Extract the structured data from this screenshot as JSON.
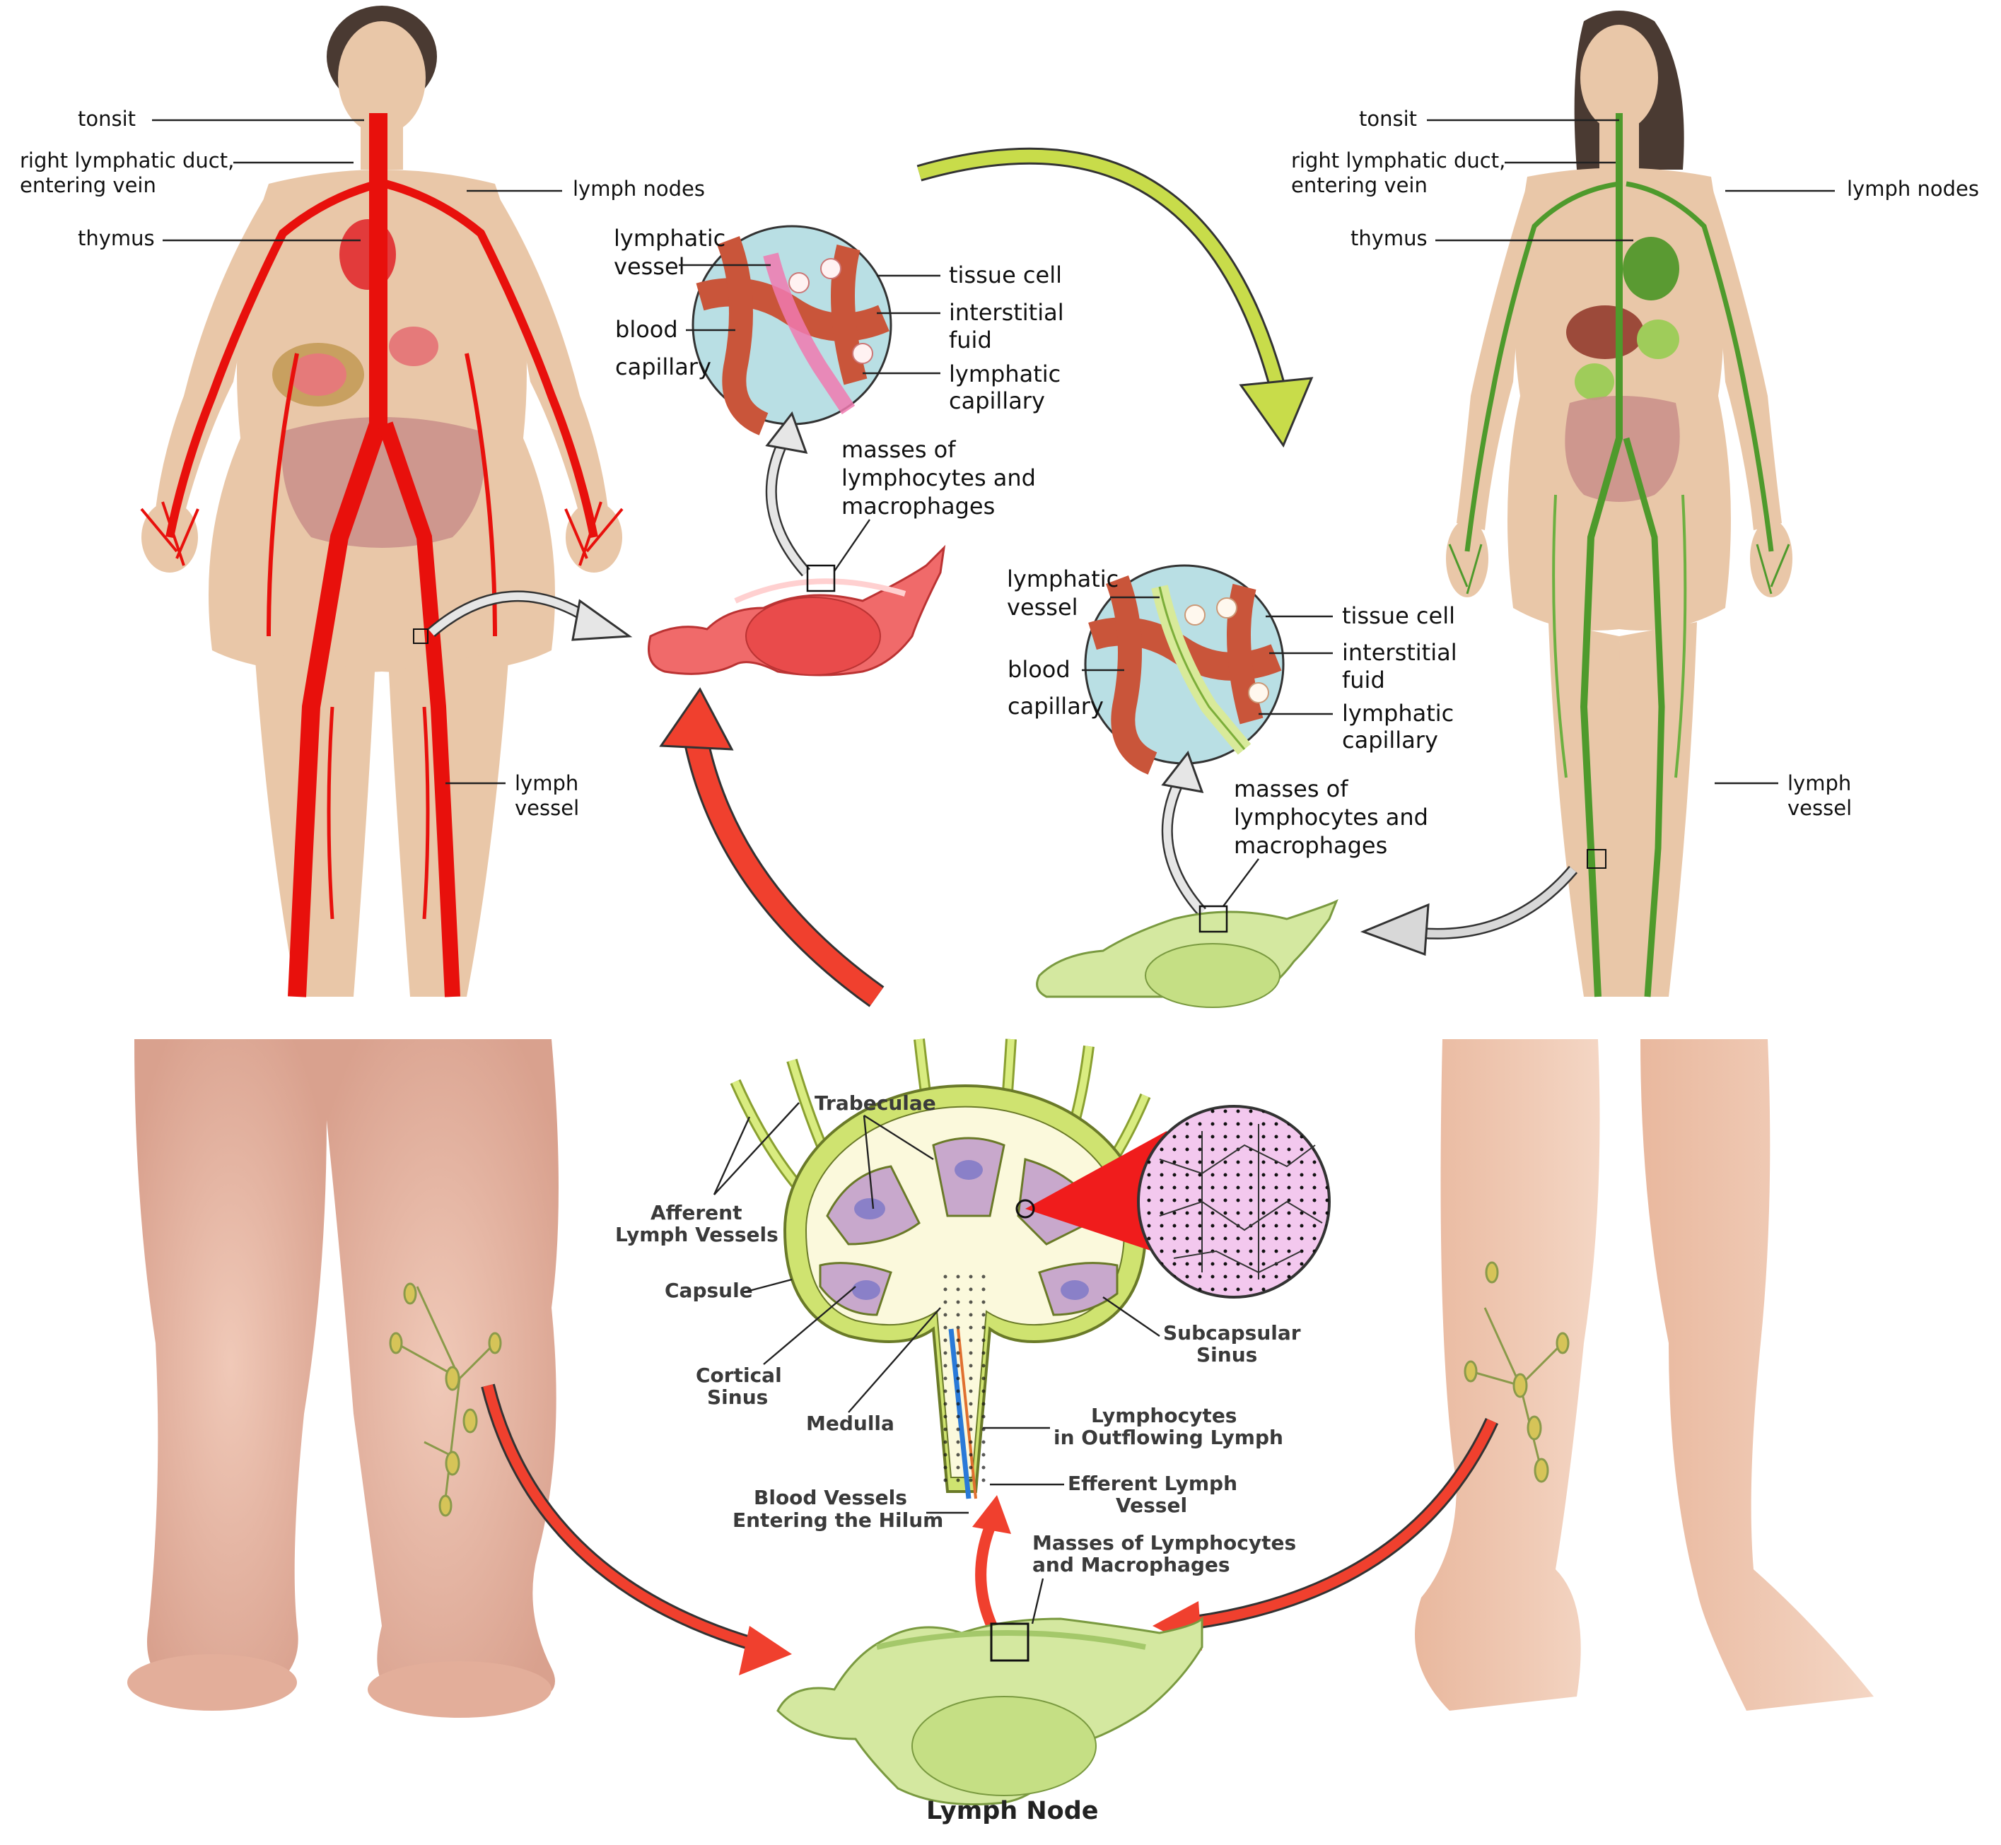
{
  "colors": {
    "red_vessels": "#e8100c",
    "green_vessels": "#4e9a2c",
    "skin": "#e9c7a8",
    "lime_arrow": "#c8dc4a",
    "red_arrow": "#f0402e",
    "node_green": "#d4e8a0",
    "node_red": "#f06a6a"
  },
  "top_left": {
    "labels": {
      "tonsil": "tonsit",
      "duct_1": "right lymphatic duct,",
      "duct_2": "entering vein",
      "lymph_nodes": "lymph nodes",
      "thymus": "thymus",
      "lymph_vessel_1": "lymph",
      "lymph_vessel_2": "vessel"
    }
  },
  "top_right": {
    "labels": {
      "tonsil": "tonsit",
      "duct_1": "right lymphatic duct,",
      "duct_2": "entering vein",
      "lymph_nodes": "lymph nodes",
      "thymus": "thymus",
      "lymph_vessel_1": "lymph",
      "lymph_vessel_2": "vessel"
    }
  },
  "inset_red": {
    "lymphatic_vessel_1": "lymphatic",
    "lymphatic_vessel_2": "vessel",
    "blood_capillary_1": "blood",
    "blood_capillary_2": "capillary",
    "tissue_cell": "tissue cell",
    "interstitial_1": "interstitial",
    "interstitial_2": "fuid",
    "lymphatic_capillary_1": "lymphatic",
    "lymphatic_capillary_2": "capillary",
    "masses_1": "masses of",
    "masses_2": "lymphocytes and",
    "masses_3": "macrophages"
  },
  "inset_green": {
    "lymphatic_vessel_1": "lymphatic",
    "lymphatic_vessel_2": "vessel",
    "blood_capillary_1": "blood",
    "blood_capillary_2": "capillary",
    "tissue_cell": "tissue cell",
    "interstitial_1": "interstitial",
    "interstitial_2": "fuid",
    "lymphatic_capillary_1": "lymphatic",
    "lymphatic_capillary_2": "capillary",
    "masses_1": "masses of",
    "masses_2": "lymphocytes and",
    "masses_3": "macrophages"
  },
  "node_diagram": {
    "trabeculae": "Trabeculae",
    "afferent_1": "Afferent",
    "afferent_2": "Lymph Vessels",
    "capsule": "Capsule",
    "cortical_1": "Cortical",
    "cortical_2": "Sinus",
    "medulla": "Medulla",
    "subcapsular_1": "Subcapsular",
    "subcapsular_2": "Sinus",
    "lymphocytes_1": "Lymphocytes",
    "lymphocytes_2": "in Outflowing Lymph",
    "efferent_1": "Efferent Lymph",
    "efferent_2": "Vessel",
    "blood_vessels_1": "Blood Vessels",
    "blood_vessels_2": "Entering the Hilum",
    "masses_1": "Masses of Lymphocytes",
    "masses_2": "and Macrophages",
    "title": "Lymph Node"
  }
}
